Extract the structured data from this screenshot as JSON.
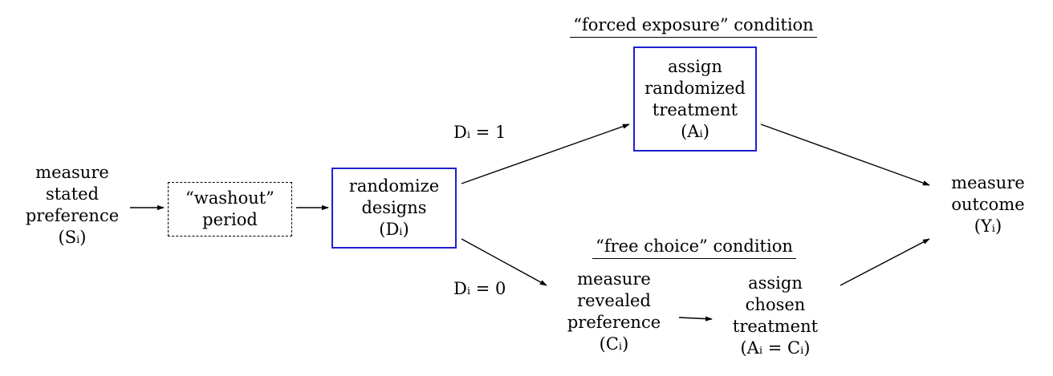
{
  "nodes": {
    "stated": {
      "lines": [
        "measure",
        "stated",
        "preference",
        "(Sᵢ)"
      ]
    },
    "washout": {
      "lines": [
        "“washout”",
        "period"
      ]
    },
    "randomize": {
      "lines": [
        "randomize",
        "designs",
        "(Dᵢ)"
      ]
    },
    "assign_randomized": {
      "lines": [
        "assign",
        "randomized",
        "treatment",
        "(Aᵢ)"
      ]
    },
    "revealed": {
      "lines": [
        "measure",
        "revealed",
        "preference",
        "(Cᵢ)"
      ]
    },
    "assign_chosen": {
      "lines": [
        "assign",
        "chosen",
        "treatment",
        "(Aᵢ = Cᵢ)"
      ]
    },
    "outcome": {
      "lines": [
        "measure",
        "outcome",
        "(Yᵢ)"
      ]
    }
  },
  "branch_labels": {
    "upper": "Dᵢ = 1",
    "lower": "Dᵢ = 0"
  },
  "conditions": {
    "forced": "“forced exposure” condition",
    "free": "“free choice” condition"
  },
  "colors": {
    "highlight_box": "#1f1fd1",
    "dashed_box": "#000000",
    "arrow": "#000000"
  }
}
